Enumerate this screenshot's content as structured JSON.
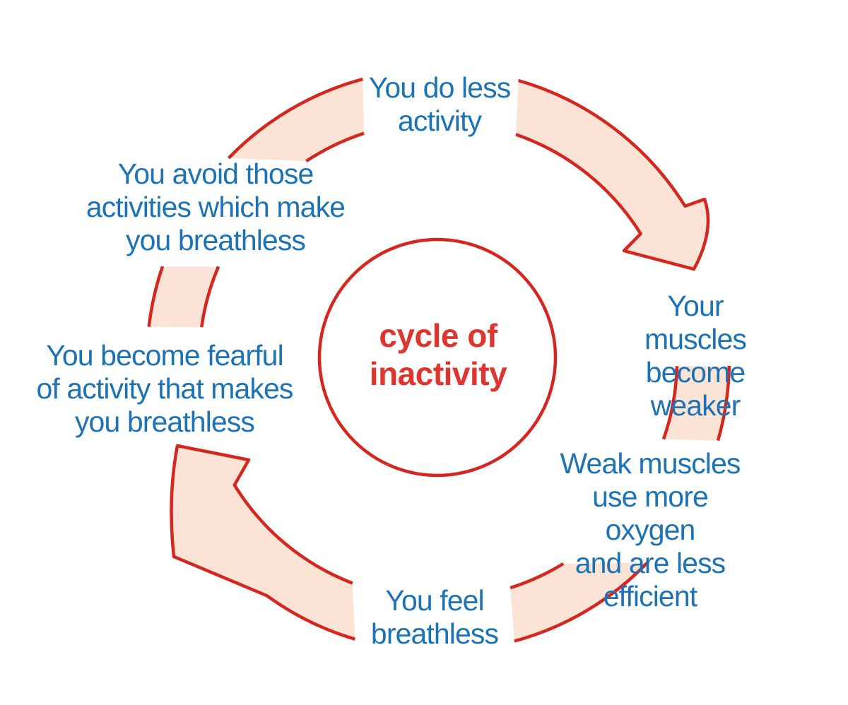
{
  "diagram": {
    "center": {
      "label": "cycle of\ninactivity"
    },
    "nodes": [
      {
        "id": "do-less-activity",
        "text": "You do less\nactivity"
      },
      {
        "id": "muscles-become-weaker",
        "text": "Your muscles\nbecome weaker"
      },
      {
        "id": "weak-muscles-oxygen",
        "text": "Weak muscles\nuse more oxygen\nand are less efficient"
      },
      {
        "id": "feel-breathless",
        "text": "You feel\nbreathless"
      },
      {
        "id": "fearful-of-activity",
        "text": "You become fearful\nof activity that makes\nyou breathless"
      },
      {
        "id": "avoid-activities",
        "text": "You avoid those\nactivities which make\nyou breathless"
      }
    ],
    "colors": {
      "band_fill": "#fbe4d5",
      "outline": "#d5261f",
      "center_text": "#de362e",
      "node_text": "#1b73b6",
      "background": "#ffffff"
    }
  }
}
